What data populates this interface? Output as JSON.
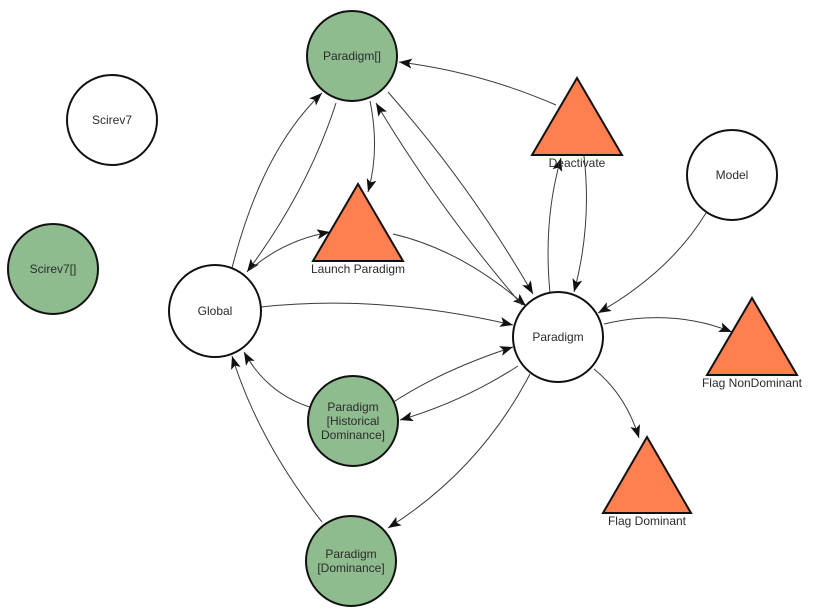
{
  "colors": {
    "circle_white": "#ffffff",
    "circle_green": "#8fbc8f",
    "triangle_orange": "#ff7f50",
    "outline": "#111111",
    "edge": "#3a3a3a",
    "text": "#2b2b2b"
  },
  "graph": {
    "nodes": [
      {
        "id": "scirev7",
        "shape": "circle",
        "fill": "white",
        "label_lines": [
          "Scirev7"
        ]
      },
      {
        "id": "scirev7-array",
        "shape": "circle",
        "fill": "green",
        "label_lines": [
          "Scirev7[]"
        ]
      },
      {
        "id": "paradigm-array",
        "shape": "circle",
        "fill": "green",
        "label_lines": [
          "Paradigm[]"
        ]
      },
      {
        "id": "deactivate",
        "shape": "triangle",
        "fill": "orange",
        "label_lines": [
          "Deactivate"
        ]
      },
      {
        "id": "model",
        "shape": "circle",
        "fill": "white",
        "label_lines": [
          "Model"
        ]
      },
      {
        "id": "launch-paradigm",
        "shape": "triangle",
        "fill": "orange",
        "label_lines": [
          "Launch Paradigm"
        ]
      },
      {
        "id": "global",
        "shape": "circle",
        "fill": "white",
        "label_lines": [
          "Global"
        ]
      },
      {
        "id": "paradigm",
        "shape": "circle",
        "fill": "white",
        "label_lines": [
          "Paradigm"
        ]
      },
      {
        "id": "flag-nondominant",
        "shape": "triangle",
        "fill": "orange",
        "label_lines": [
          "Flag NonDominant"
        ]
      },
      {
        "id": "paradigm-historical-dominance",
        "shape": "circle",
        "fill": "green",
        "label_lines": [
          "Paradigm",
          "[Historical",
          "Dominance]"
        ]
      },
      {
        "id": "flag-dominant",
        "shape": "triangle",
        "fill": "orange",
        "label_lines": [
          "Flag Dominant"
        ]
      },
      {
        "id": "paradigm-dominance",
        "shape": "circle",
        "fill": "green",
        "label_lines": [
          "Paradigm",
          "[Dominance]"
        ]
      }
    ],
    "edges": [
      {
        "from": "global",
        "to": "paradigm-array"
      },
      {
        "from": "paradigm-array",
        "to": "global"
      },
      {
        "from": "global",
        "to": "launch-paradigm"
      },
      {
        "from": "paradigm-array",
        "to": "launch-paradigm"
      },
      {
        "from": "launch-paradigm",
        "to": "paradigm"
      },
      {
        "from": "paradigm-array",
        "to": "paradigm"
      },
      {
        "from": "paradigm",
        "to": "paradigm-array"
      },
      {
        "from": "deactivate",
        "to": "paradigm-array"
      },
      {
        "from": "paradigm",
        "to": "deactivate"
      },
      {
        "from": "deactivate",
        "to": "paradigm"
      },
      {
        "from": "model",
        "to": "paradigm"
      },
      {
        "from": "paradigm",
        "to": "flag-nondominant"
      },
      {
        "from": "paradigm",
        "to": "flag-dominant"
      },
      {
        "from": "global",
        "to": "paradigm"
      },
      {
        "from": "paradigm-historical-dominance",
        "to": "paradigm"
      },
      {
        "from": "paradigm",
        "to": "paradigm-historical-dominance"
      },
      {
        "from": "paradigm-historical-dominance",
        "to": "global"
      },
      {
        "from": "paradigm-dominance",
        "to": "global"
      },
      {
        "from": "paradigm",
        "to": "paradigm-dominance"
      }
    ]
  }
}
